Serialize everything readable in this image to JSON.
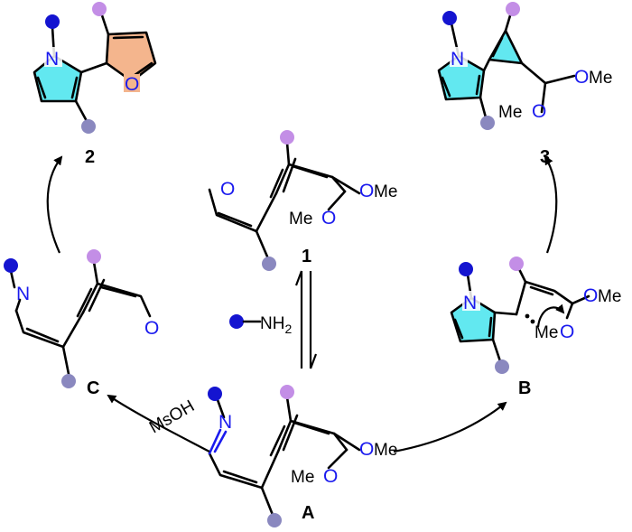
{
  "colors": {
    "dark_blue": "#1414d0",
    "lilac": "#c38ee6",
    "slate": "#8a88bf",
    "pyrrole_fill": "#62e8f0",
    "furan_fill": "#f4b58d",
    "cyclopropene_fill": "#62e8f0"
  },
  "labels": {
    "cmpd_2": "2",
    "cmpd_3": "3",
    "cmpd_1": "1",
    "int_A": "A",
    "int_B": "B",
    "int_C": "C"
  },
  "atoms": {
    "N": "N",
    "O": "O",
    "OMe": "OMe",
    "MeO": "MeO",
    "NH2_main": "NH",
    "NH2_sub": "2"
  },
  "reagents": {
    "acid": "MsOH"
  }
}
